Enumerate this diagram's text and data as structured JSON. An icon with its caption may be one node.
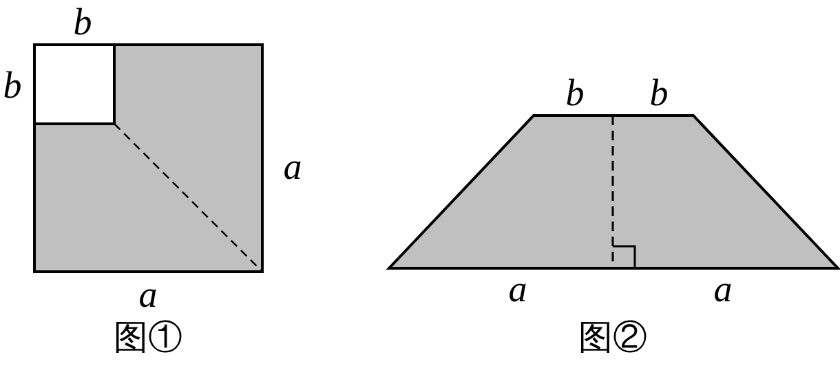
{
  "diagram": {
    "labels": [
      "b",
      "b",
      "a",
      "a",
      "图①",
      "b",
      "b",
      "a",
      "a",
      "图②"
    ]
  }
}
